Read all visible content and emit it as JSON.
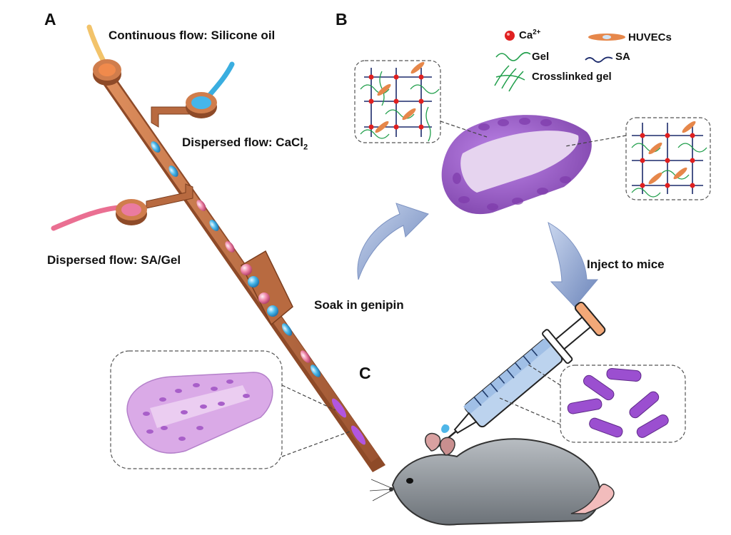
{
  "panels": {
    "a": "A",
    "b": "B",
    "c": "C"
  },
  "labels": {
    "continuous_flow": "Continuous flow: Silicone oil",
    "dispersed_cacl2_main": "Dispersed flow: CaCl",
    "dispersed_cacl2_sub": "2",
    "dispersed_sagel": "Dispersed flow: SA/Gel",
    "soak": "Soak in genipin",
    "inject": "Inject to mice"
  },
  "legend": {
    "ca_main": "Ca",
    "ca_sup": "2+",
    "huvecs": "HUVECs",
    "gel": "Gel",
    "sa": "SA",
    "crosslinked": "Crosslinked gel"
  },
  "colors": {
    "channel": "#c8784b",
    "channel_dark": "#8e4a28",
    "cacl2_blue": "#3aaee0",
    "sagel_pink": "#e8739a",
    "oil_orange": "#f2a65a",
    "fiber_purple": "#9b4fd0",
    "fiber_light": "#d9a6e6",
    "gel_green": "#1f9e4a",
    "sa_navy": "#1b2a6b",
    "ca_red": "#e02020",
    "huvec_orange": "#e6874a",
    "arrow_blue": "#8fa8d4",
    "mouse_gray": "#9aa0a6"
  }
}
